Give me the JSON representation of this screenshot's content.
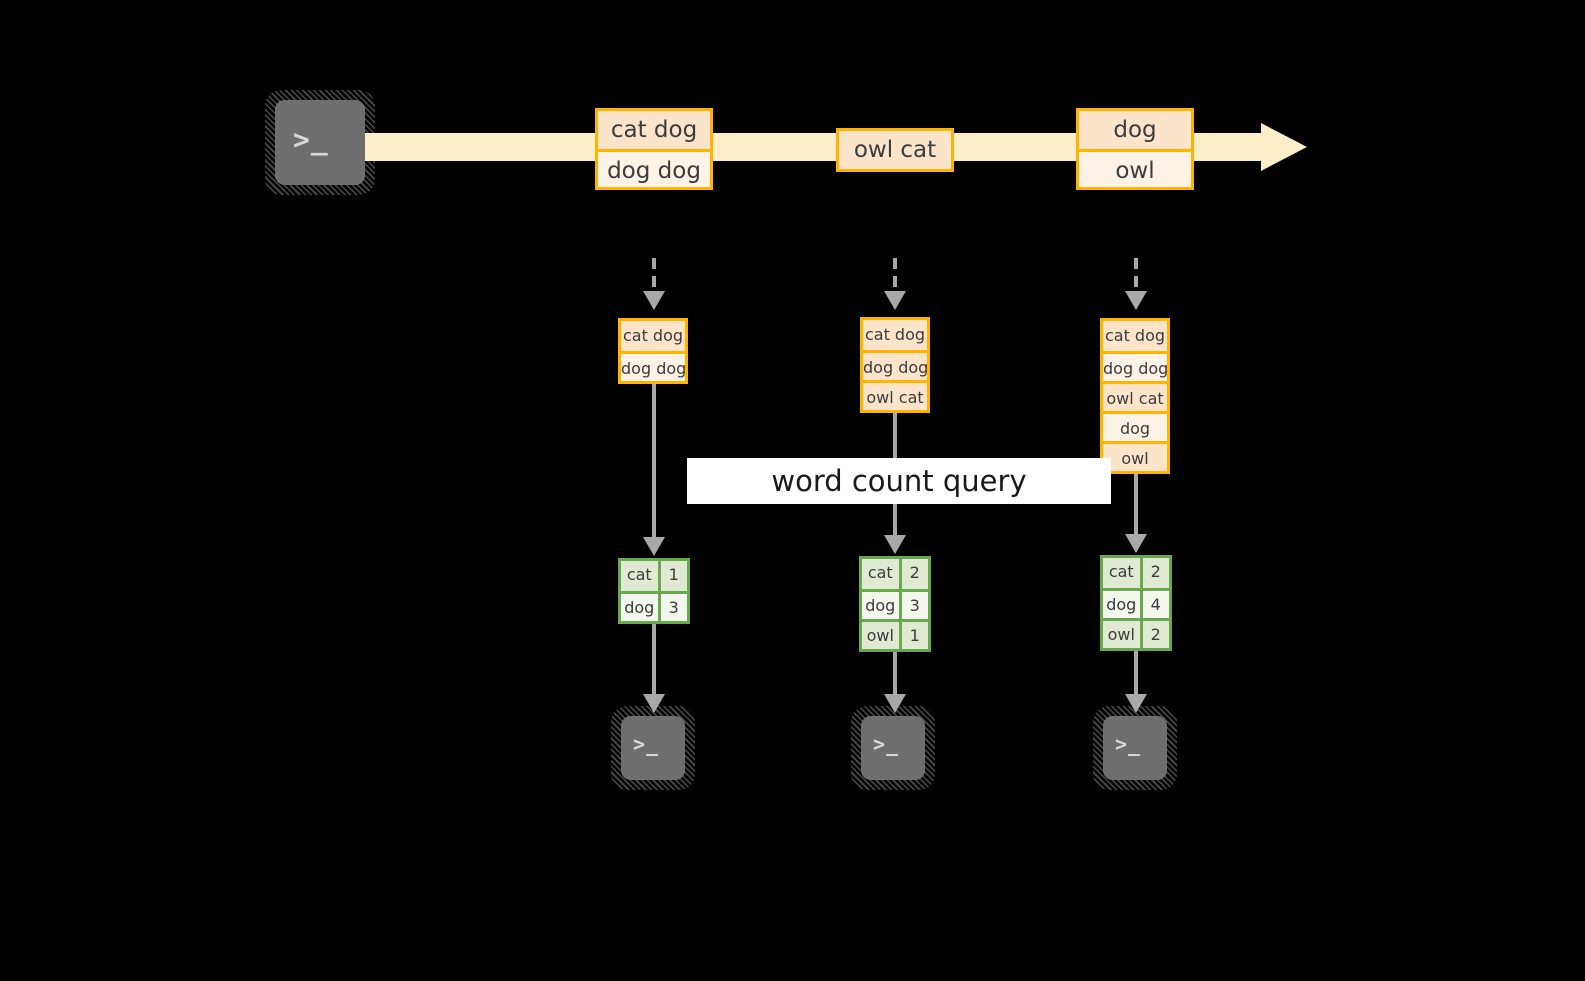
{
  "colors": {
    "background": "#000000",
    "record_border": "#ffb400",
    "record_fill_shade": "#fce4cb",
    "record_fill_light": "#fdf2e6",
    "stream_band": "#fdeec9",
    "result_border": "#6aa84f",
    "result_fill_shade": "#e0ead3",
    "result_fill_light": "#f3f7ee",
    "arrow_gray": "#a8a8a8",
    "terminal_fill": "#6e6e6e",
    "label_background": "#ffffff"
  },
  "stream": {
    "source_icon": "terminal-icon",
    "source_glyph": ">_",
    "records": [
      {
        "lines": [
          "cat dog",
          "dog dog"
        ]
      },
      {
        "lines": [
          "owl cat"
        ]
      },
      {
        "lines": [
          "dog",
          "owl"
        ]
      }
    ]
  },
  "query": {
    "label": "word count query"
  },
  "snapshots": [
    {
      "state": {
        "lines": [
          "cat dog",
          "dog dog"
        ]
      },
      "result": {
        "rows": [
          {
            "word": "cat",
            "count": "1"
          },
          {
            "word": "dog",
            "count": "3"
          }
        ]
      },
      "sink_icon": "terminal-icon",
      "sink_glyph": ">_"
    },
    {
      "state": {
        "lines": [
          "cat dog",
          "dog dog",
          "owl cat"
        ]
      },
      "result": {
        "rows": [
          {
            "word": "cat",
            "count": "2"
          },
          {
            "word": "dog",
            "count": "3"
          },
          {
            "word": "owl",
            "count": "1"
          }
        ]
      },
      "sink_icon": "terminal-icon",
      "sink_glyph": ">_"
    },
    {
      "state": {
        "lines": [
          "cat dog",
          "dog dog",
          "owl cat",
          "dog",
          "owl"
        ]
      },
      "result": {
        "rows": [
          {
            "word": "cat",
            "count": "2"
          },
          {
            "word": "dog",
            "count": "4"
          },
          {
            "word": "owl",
            "count": "2"
          }
        ]
      },
      "sink_icon": "terminal-icon",
      "sink_glyph": ">_"
    }
  ]
}
